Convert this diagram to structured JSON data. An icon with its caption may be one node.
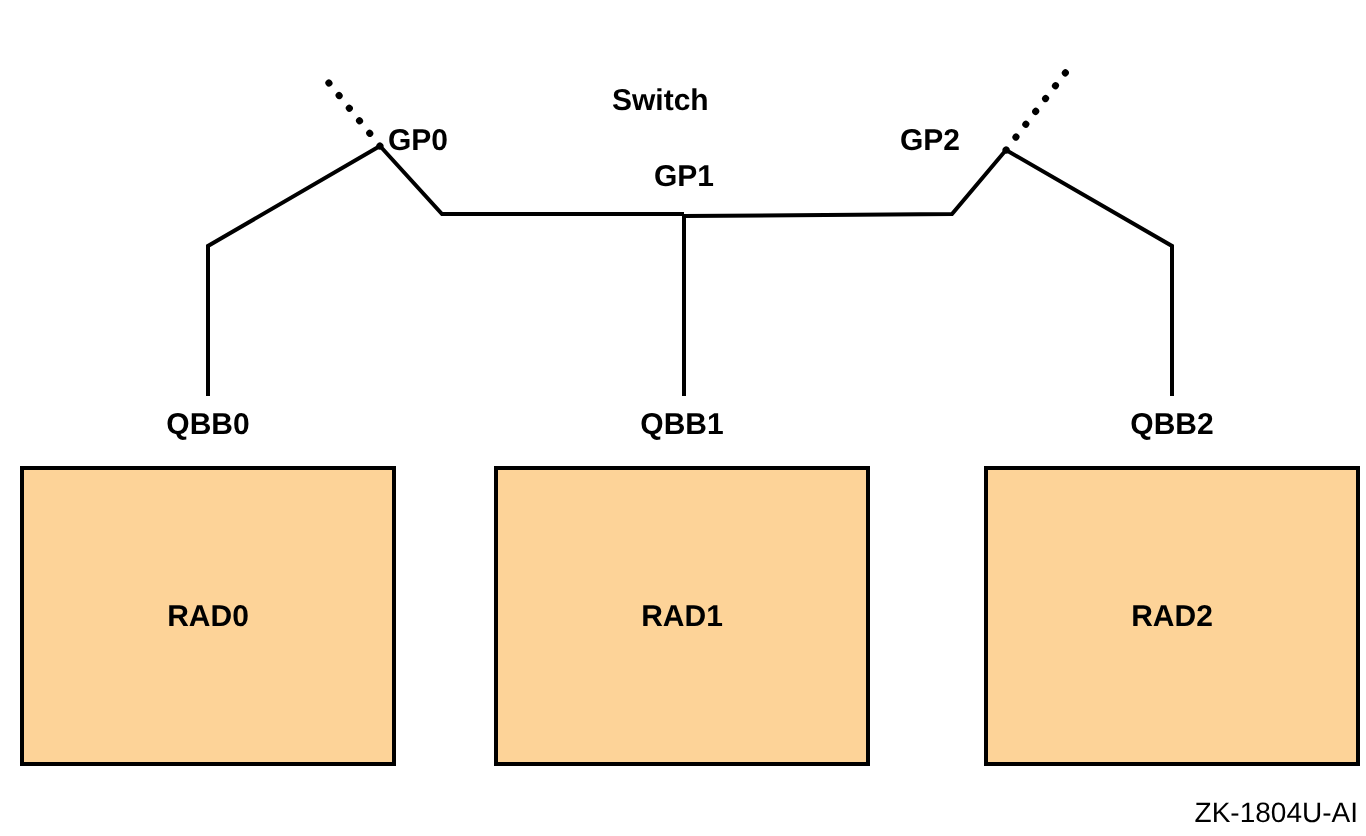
{
  "diagram": {
    "nodes": [
      {
        "text": [
          "GP0"
        ]
      },
      {
        "text": [
          "GP1"
        ]
      },
      {
        "text": [
          "GP2"
        ]
      },
      {
        "text": [
          "QBB0",
          "RAD0"
        ]
      },
      {
        "text": [
          "QBB1",
          "RAD1"
        ]
      },
      {
        "text": [
          "QBB2",
          "RAD2"
        ]
      }
    ],
    "edges": [
      {
        "from": 0,
        "to": 1,
        "arrow": "none"
      },
      {
        "from": 1,
        "to": 2,
        "arrow": "none"
      },
      {
        "from": 0,
        "to": 3,
        "arrow": "none"
      },
      {
        "from": 1,
        "to": 4,
        "arrow": "none"
      },
      {
        "from": 2,
        "to": 5,
        "arrow": "none"
      },
      {
        "from": 0,
        "to": null,
        "arrow": "none",
        "style": "dashed"
      },
      {
        "from": 2,
        "to": null,
        "arrow": "none",
        "style": "dashed"
      }
    ],
    "labels": [
      "Switch",
      "ZK-1804U-AI"
    ]
  }
}
